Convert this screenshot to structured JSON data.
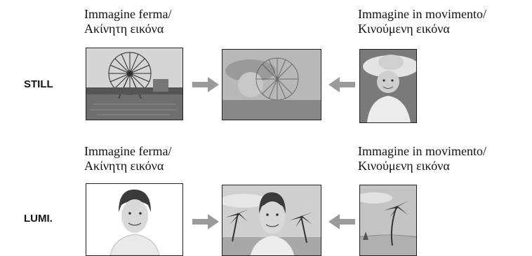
{
  "rows": [
    {
      "mode_label": "STILL",
      "left_caption": {
        "line1": "Immagine ferma/",
        "line2": "Ακίνητη εικόνα"
      },
      "right_caption": {
        "line1": "Immagine in movimento/",
        "line2": "Κινούμενη εικόνα"
      },
      "images": [
        "ferris-wheel-photo",
        "superimposed-photo",
        "girl-with-hat-photo"
      ]
    },
    {
      "mode_label": "LUMI.",
      "left_caption": {
        "line1": "Immagine ferma/",
        "line2": "Ακίνητη εικόνα"
      },
      "right_caption": {
        "line1": "Immagine in movimento/",
        "line2": "Κινούμενη εικόνα"
      },
      "images": [
        "woman-portrait-photo",
        "luminance-key-photo",
        "beach-palm-photo"
      ]
    }
  ],
  "colors": {
    "arrow": "#9a9a9a",
    "text": "#111111"
  }
}
